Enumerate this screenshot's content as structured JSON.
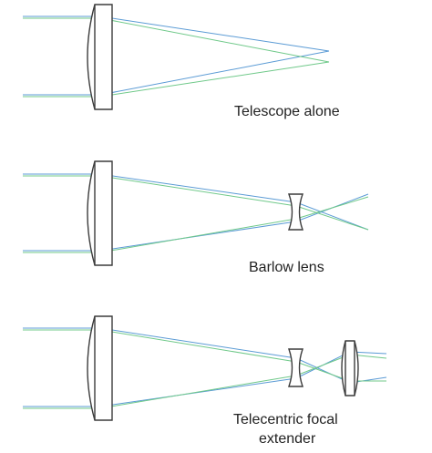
{
  "colors": {
    "blue_ray": "#5b9bd5",
    "green_ray": "#70c98a",
    "lens_outline": "#3c3c3c"
  },
  "panels": [
    {
      "caption_lines": [
        "Telescope alone"
      ]
    },
    {
      "caption_lines": [
        "Barlow lens"
      ]
    },
    {
      "caption_lines": [
        "Telecentric focal",
        "extender"
      ]
    }
  ]
}
